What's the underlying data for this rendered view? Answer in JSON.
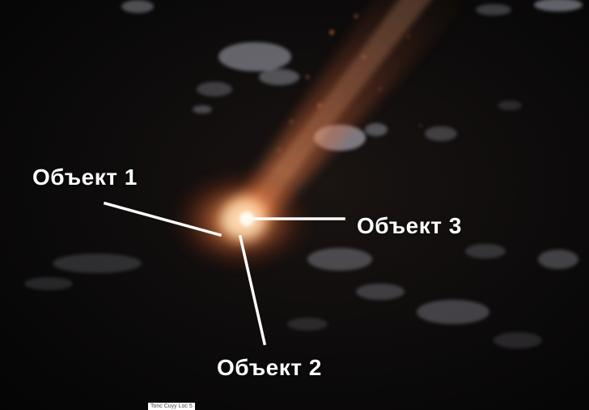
{
  "labels": {
    "object1": "Объект 1",
    "object2": "Объект 2",
    "object3": "Объект 3"
  },
  "credit": "Tonc Cuyy Loc 5",
  "colors": {
    "background": "#050505",
    "glow_core": "#fff3d8",
    "glow_orange": "#ff7a38",
    "trail": "#e8743c",
    "clouds": "#d8d8e8",
    "pointer_lines": "#ffffff"
  }
}
